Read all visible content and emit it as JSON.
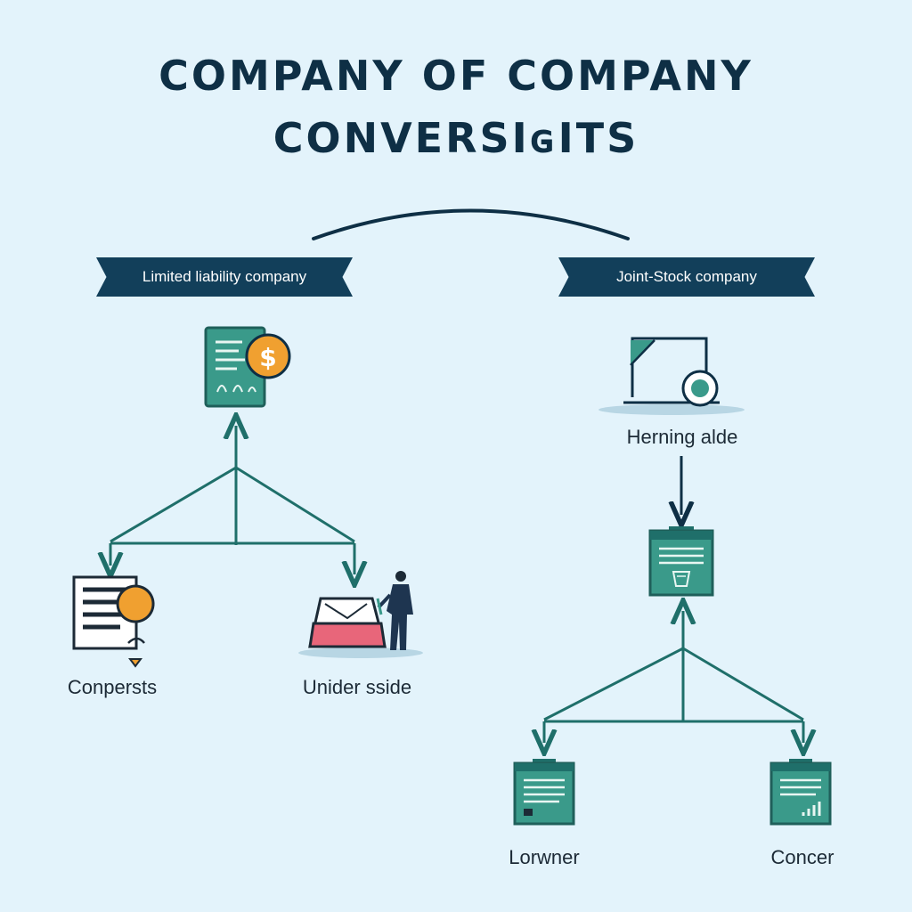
{
  "title": {
    "line1": "COMPANY OF COMPANY",
    "line2": "CONVERSIɢITS"
  },
  "branches": {
    "left": {
      "label": "Limited liability company"
    },
    "right": {
      "label": "Joint-Stock company"
    }
  },
  "nodes": {
    "left_child_1": "Conpersts",
    "left_child_2": "Unider sside",
    "right_step": "Herning alde",
    "right_child_1": "Lorwner",
    "right_child_2": "Concer"
  },
  "icons": {
    "llc_document": "document-dollar-icon",
    "left_child_1": "document-badge-icon",
    "left_child_2": "tray-person-icon",
    "jsc_machine": "board-wheel-icon",
    "right_middle": "monitor-basket-icon",
    "right_child_1": "monitor-doc-icon",
    "right_child_2": "monitor-chart-icon"
  },
  "colors": {
    "background": "#e3f3fb",
    "navy": "#123f5a",
    "teal": "#1f6f6a",
    "icon_teal": "#3a9a8a",
    "coin": "#f0a030",
    "tray_pink": "#e8667a"
  }
}
